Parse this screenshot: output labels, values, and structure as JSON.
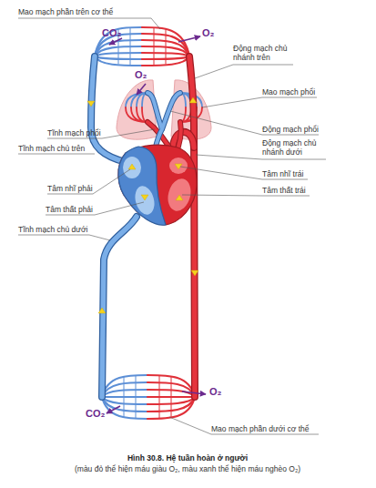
{
  "diagram": {
    "caption": "Hình 30.8. Hệ tuần hoàn ở người",
    "labels": [
      "Mao mạch phần trên cơ thể",
      "CO₂",
      "O₂",
      "Động mạch chủ nhánh trên",
      "O₂",
      "Mao mạch phổi",
      "Tĩnh mạch phổi",
      "Động mạch phổi",
      "Tĩnh mạch chủ trên",
      "Động mạch chủ nhánh dưới",
      "Tâm nhĩ trái",
      "Tâm nhĩ phải",
      "Tâm thất trái",
      "Tâm thất phải",
      "Tĩnh mạch chủ dưới",
      "CO₂",
      "O₂",
      "Mao mạch phần dưới cơ thể",
      "(màu đỏ thể hiện máu giàu O₂, màu xanh thể hiện máu nghèo O₂)"
    ]
  }
}
